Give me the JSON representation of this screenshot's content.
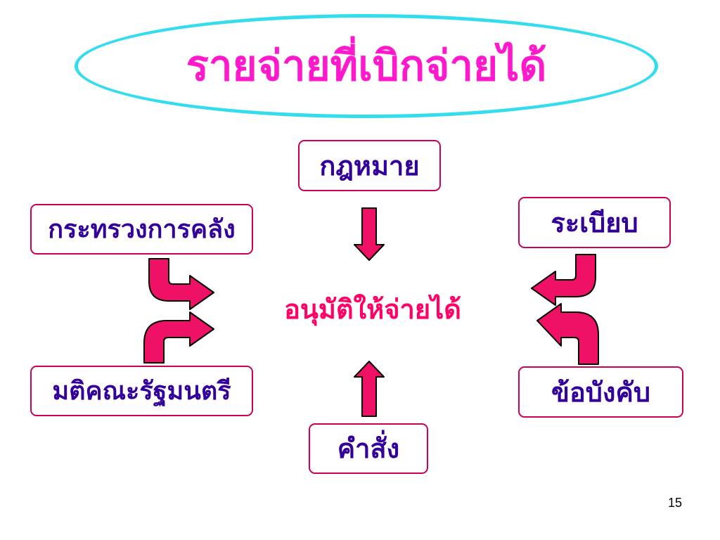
{
  "title": "รายจ่ายที่เบิกจ่ายได้",
  "center": "อนุมัติให้จ่ายได้",
  "boxes": {
    "law": "กฎหมาย",
    "finance_ministry": "กระทรวงการคลัง",
    "regulation": "ระเบียบ",
    "cabinet_resolution": "มติคณะรัฐมนตรี",
    "rules": "ข้อบังคับ",
    "order": "คำสั่ง"
  },
  "page_number": "15",
  "colors": {
    "title": "#ff19cc",
    "title_oval": "#33ddee",
    "box_border": "#cc0055",
    "box_text": "#330099",
    "center_text": "#ff0066",
    "arrow_fill": "#ee1166"
  }
}
